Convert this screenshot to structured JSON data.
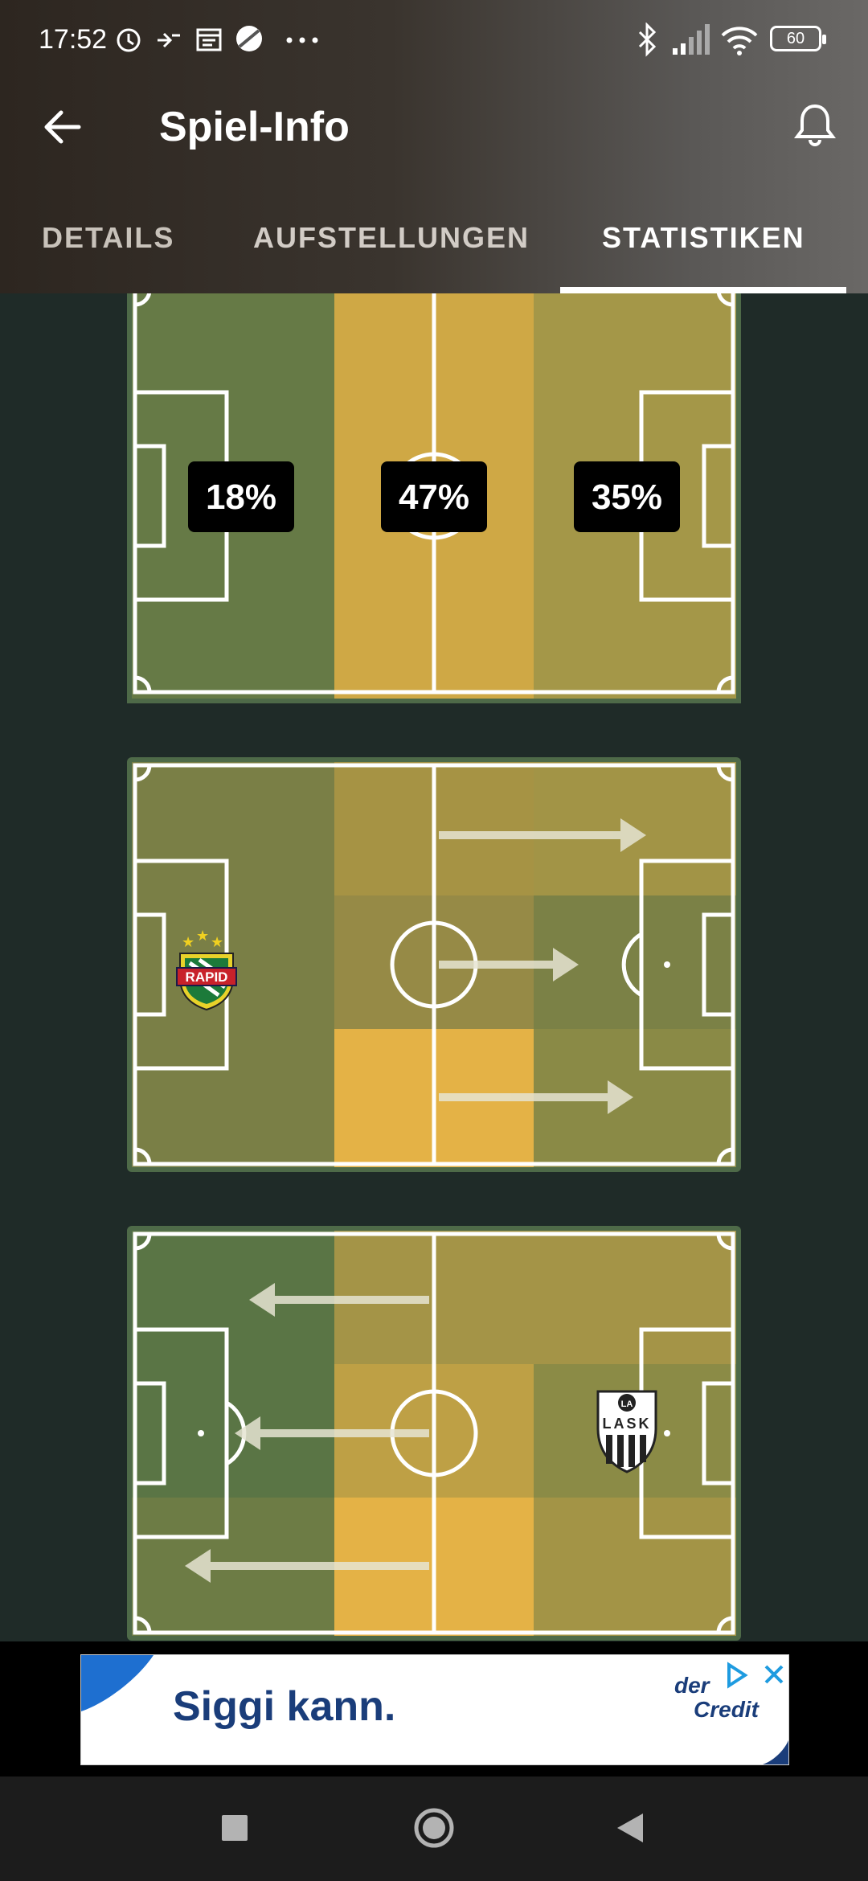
{
  "status_bar": {
    "time": "17:52",
    "battery": "60"
  },
  "app_bar": {
    "title": "Spiel-Info"
  },
  "tabs": [
    {
      "label": "DETAILS",
      "active": false
    },
    {
      "label": "AUFSTELLUNGEN",
      "active": false
    },
    {
      "label": "STATISTIKEN",
      "active": true
    }
  ],
  "possession": {
    "left": "18%",
    "center": "47%",
    "right": "35%"
  },
  "teams": {
    "home": {
      "logo_text": "RAPID"
    },
    "away": {
      "logo_text": "LASK"
    }
  },
  "ad": {
    "headline": "Siggi kann.",
    "brand_line1": "der",
    "brand_line2": "Credit"
  },
  "colors": {
    "pitch_green": "#6b7d45",
    "pitch_gold": "#d2a844",
    "pitch_olive": "#a39446",
    "accent_white": "#ffffff"
  }
}
